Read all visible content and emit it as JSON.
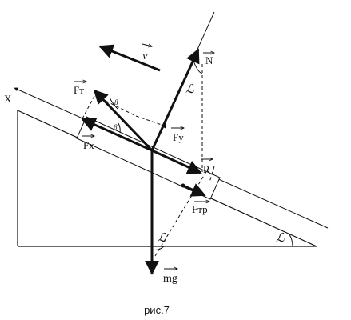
{
  "figure": {
    "caption": "рис.7",
    "labels": {
      "axis_x": "X",
      "velocity": "v",
      "normal": "N",
      "traction": "Fт",
      "traction_x": "Fx",
      "traction_y": "Fy",
      "reaction": "R",
      "friction": "Fтр",
      "gravity": "mg",
      "alpha": "ℒ",
      "beta": "β"
    },
    "colors": {
      "ink": "#111111",
      "background": "#ffffff"
    }
  }
}
